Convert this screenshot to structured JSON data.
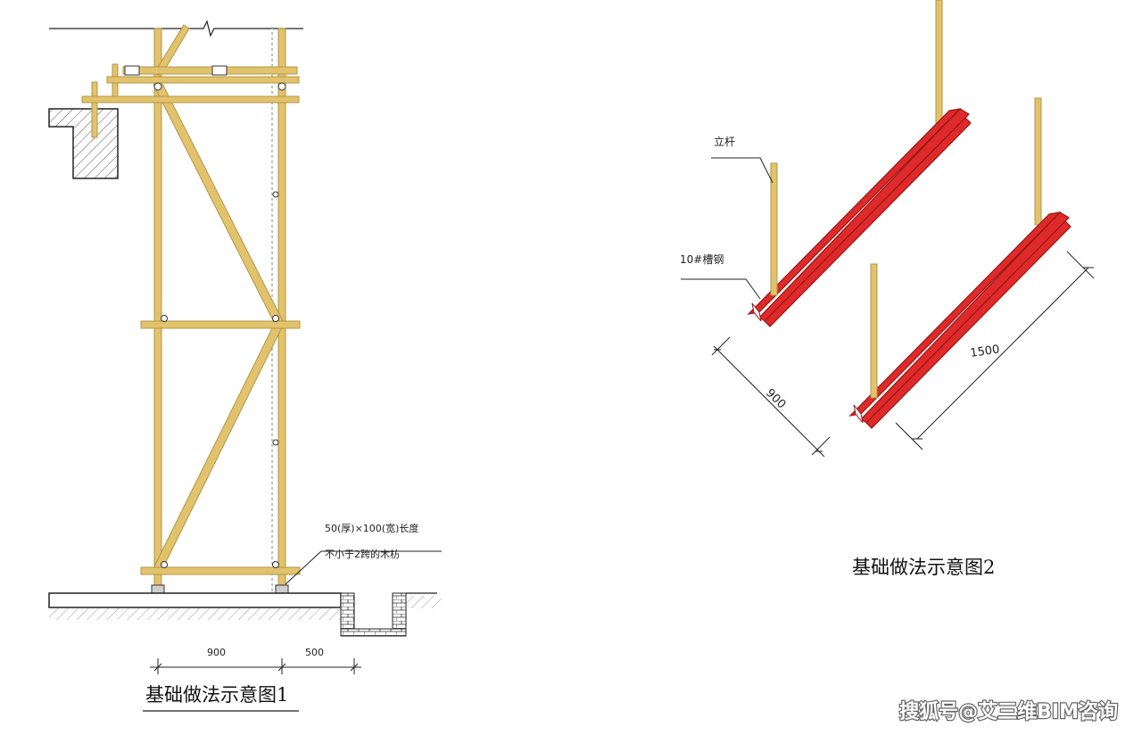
{
  "figure1": {
    "caption": "基础做法示意图1",
    "note_line1": "50(厚)×100(宽)长度",
    "note_line2": "不小于2跨的木枋",
    "dim_left": "900",
    "dim_right": "500"
  },
  "figure2": {
    "caption": "基础做法示意图2",
    "label_pole": "立杆",
    "label_channel": "10#槽钢",
    "dim_spacing": "900",
    "dim_length": "1500"
  },
  "watermark": "搜狐号@艾三维BIM咨询",
  "colors": {
    "scaffold": "#e2c36d",
    "channel_steel": "#de2a2a",
    "line": "#222222"
  }
}
